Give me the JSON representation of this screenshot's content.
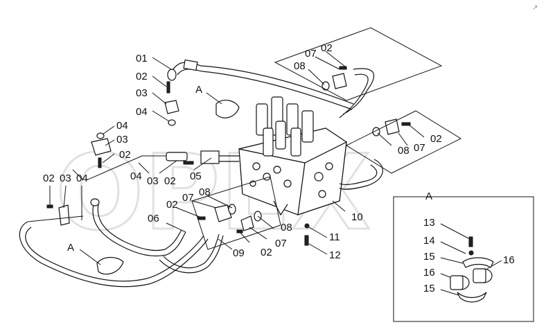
{
  "watermark": "OPEX",
  "labels": {
    "l01": "01",
    "l02a": "02",
    "l03a": "03",
    "l04a": "04",
    "l04b": "04",
    "l03b": "03",
    "l02b": "02",
    "l02c": "02",
    "l03c": "03",
    "l04c": "04",
    "l04d": "04",
    "l03d": "03",
    "l02d": "02",
    "l05": "05",
    "lA1": "A",
    "lA2": "A",
    "l07a": "07",
    "l02e": "02",
    "l08a": "08",
    "l02f": "02",
    "l07b": "07",
    "l08b": "08",
    "l06": "06",
    "l09": "09",
    "l02g": "02",
    "l07c": "07",
    "l08c": "08",
    "l08d": "08",
    "l07d": "07",
    "l02h": "02",
    "l10": "10",
    "l11": "11",
    "l12": "12"
  },
  "detail": {
    "title": "A",
    "l13": "13",
    "l14": "14",
    "l15a": "15",
    "l16a": "16",
    "l16b": "16",
    "l15b": "15"
  }
}
